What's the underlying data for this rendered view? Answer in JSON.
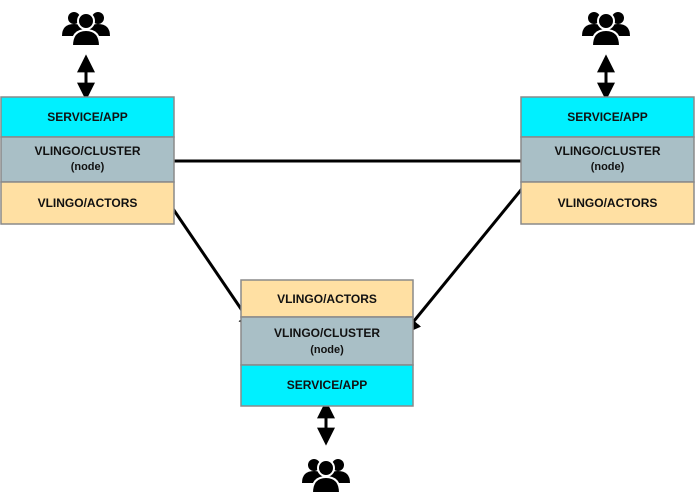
{
  "nodes": {
    "left": {
      "service_label": "SERVICE/APP",
      "cluster_label": "VLINGO/CLUSTER",
      "cluster_sublabel": "(node)",
      "actors_label": "VLINGO/ACTORS"
    },
    "right": {
      "service_label": "SERVICE/APP",
      "cluster_label": "VLINGO/CLUSTER",
      "cluster_sublabel": "(node)",
      "actors_label": "VLINGO/ACTORS"
    },
    "bottom": {
      "actors_label": "VLINGO/ACTORS",
      "cluster_label": "VLINGO/CLUSTER",
      "cluster_sublabel": "(node)",
      "service_label": "SERVICE/APP"
    }
  },
  "colors": {
    "service": "#00f0ff",
    "cluster": "#a9bfc6",
    "actors": "#ffe0a3",
    "border": "#8a8a8a",
    "arrow": "#000000",
    "users_icon": "#000000"
  },
  "icons": {
    "users": "users-group-icon"
  }
}
